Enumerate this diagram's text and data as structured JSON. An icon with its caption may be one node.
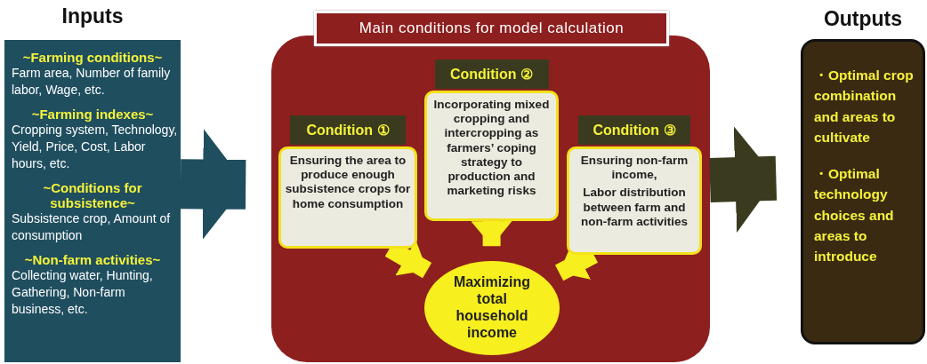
{
  "diagram": {
    "nodes": [
      {
        "text": [
          "Inputs",
          "~Farming conditions~",
          "Farm area, Number of family labor, Wage, etc.",
          "~Farming indexes~",
          "Cropping system, Technology, Yield, Price, Cost, Labor hours, etc.",
          "~Conditions for subsistence~",
          "Subsistence crop, Amount of consumption",
          "~Non-farm activities~",
          "Collecting water, Hunting, Gathering, Non-farm business, etc."
        ]
      },
      {
        "text": [
          "Main conditions for model calculation"
        ]
      },
      {
        "text": [
          "Condition ①",
          "Ensuring the area to produce enough subsistence crops for home consumption"
        ],
        "in": 1
      },
      {
        "text": [
          "Condition ②",
          "Incorporating mixed cropping and intercropping as farmers’ coping strategy to production and marketing risks"
        ],
        "in": 1
      },
      {
        "text": [
          "Condition ③",
          "Ensuring non-farm income,",
          "Labor distribution between farm and non-farm activities"
        ],
        "in": 1
      },
      {
        "text": [
          "Maximizing total household income"
        ],
        "in": 1
      },
      {
        "text": [
          "Outputs",
          "・Optimal crop combination and areas to cultivate",
          "・Optimal technology choices and areas to introduce"
        ]
      }
    ],
    "edges": [
      {
        "from": 0,
        "to": 1,
        "arrow": "to",
        "style": "thick",
        "color": "#1f4e5f"
      },
      {
        "from": 1,
        "to": 6,
        "arrow": "to",
        "style": "thick",
        "color": "#3a3a1e"
      },
      {
        "from": 2,
        "to": 5,
        "arrow": "to"
      },
      {
        "from": 3,
        "to": 5,
        "arrow": "to"
      },
      {
        "from": 4,
        "to": 5,
        "arrow": "to"
      }
    ]
  }
}
